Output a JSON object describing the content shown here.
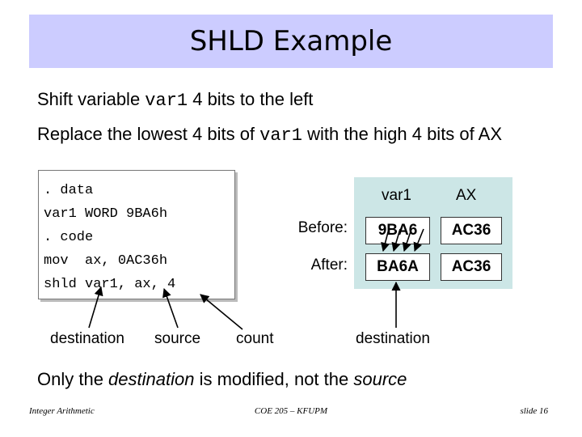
{
  "title": "SHLD Example",
  "line1": {
    "pre": "Shift variable ",
    "code": "var1",
    "post": " 4 bits to the left"
  },
  "line2": {
    "pre": "Replace the lowest 4 bits of ",
    "code": "var1",
    "post": " with the high 4 bits of AX"
  },
  "code_lines": [
    ". data",
    "var1 WORD 9BA6h",
    ". code",
    "mov  ax, 0AC36h",
    "shld var1, ax, 4"
  ],
  "table": {
    "col_headers": [
      "var1",
      "AX"
    ],
    "rows": [
      {
        "label": "Before:",
        "var1": "9BA6",
        "ax": "AC36"
      },
      {
        "label": "After:",
        "var1": "BA6A",
        "ax": "AC36"
      }
    ]
  },
  "labels": {
    "destination1": "destination",
    "source": "source",
    "count": "count",
    "destination2": "destination"
  },
  "summary": {
    "pre": "Only the ",
    "em1": "destination",
    "mid": " is modified, not the ",
    "em2": "source"
  },
  "footer": {
    "left": "Integer Arithmetic",
    "center": "COE 205 – KFUPM",
    "right": "slide 16"
  }
}
